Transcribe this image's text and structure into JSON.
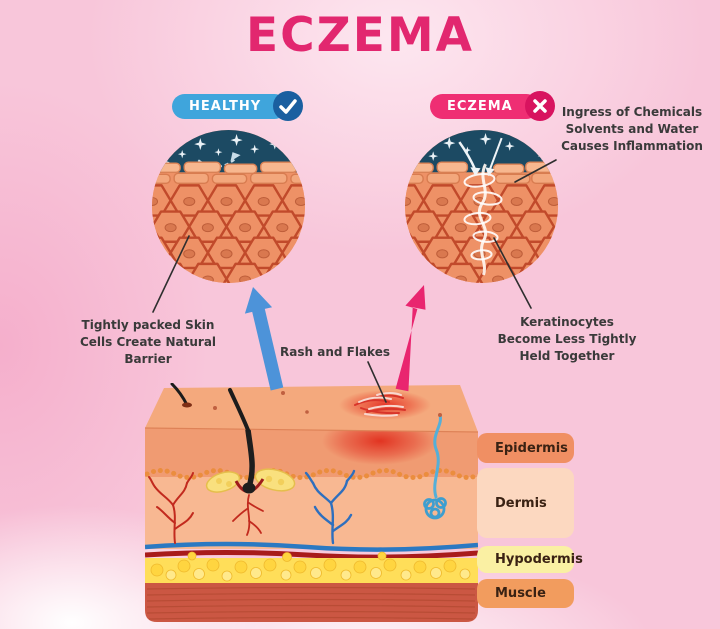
{
  "title": "ECZEMA",
  "badges": {
    "healthy": {
      "label": "HEALTHY",
      "icon": "checkmark"
    },
    "eczema": {
      "label": "ECZEMA",
      "icon": "cross"
    }
  },
  "annotations": {
    "ingress": [
      "Ingress of Chemicals",
      "Solvents and Water",
      "Causes Inflammation"
    ],
    "barrier": [
      "Tightly packed Skin",
      "Cells Create Natural",
      "Barrier"
    ],
    "rash": [
      "Rash and Flakes"
    ],
    "keratinocytes": [
      "Keratinocytes",
      "Become Less Tightly",
      "Held Together"
    ]
  },
  "skin_layers": [
    {
      "label": "Epidermis",
      "color": "#F08F63"
    },
    {
      "label": "Dermis",
      "color": "#FCD8C0"
    },
    {
      "label": "Hypodermis",
      "color": "#FAF0A3"
    },
    {
      "label": "Muscle",
      "color": "#F29C5E"
    }
  ],
  "colors": {
    "title": "#E2276F",
    "background": "#F8C6DA",
    "healthy_pill": "#3FA5DC",
    "healthy_badge_circle": "#1A5FA0",
    "eczema_pill": "#EF2E73",
    "eczema_badge_circle": "#D8135F",
    "arrow_blue": "#4D93D9",
    "arrow_pink": "#E9256F",
    "annotation_text": "#3A3A3A",
    "cell_fill": "#EE9166",
    "cell_border": "#C14A2B",
    "navy_surface": "#1C4A63"
  }
}
